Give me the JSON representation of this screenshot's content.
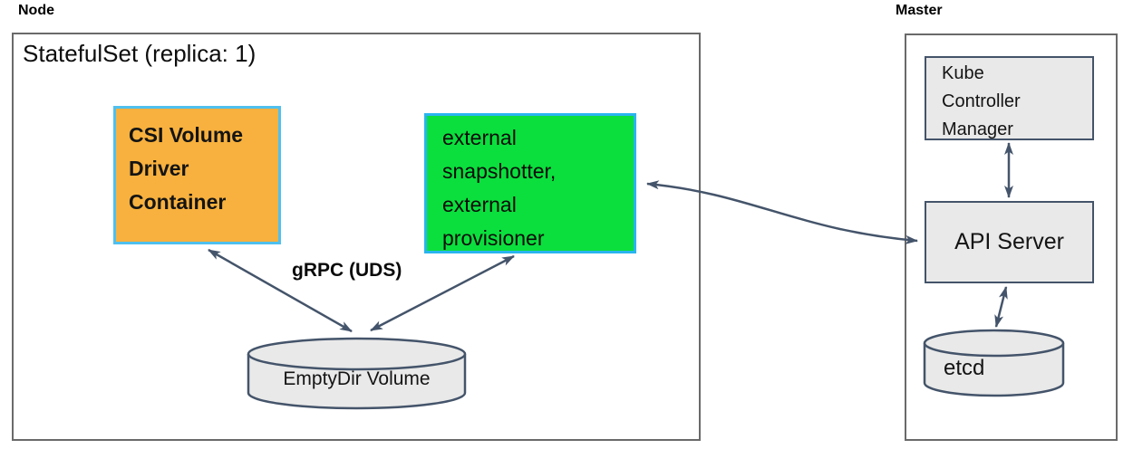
{
  "diagram": {
    "node": {
      "label": "Node",
      "statefulset_title": "StatefulSet (replica: 1)",
      "csi_driver_container": "CSI Volume\nDriver\nContainer",
      "sidecar_containers": "external\nsnapshotter,\nexternal\nprovisioner",
      "grpc_arrow_label": "gRPC (UDS)",
      "emptydir_volume": "EmptyDir Volume"
    },
    "master": {
      "label": "Master",
      "kube_controller_manager": "Kube\nController\nManager",
      "api_server": "API Server",
      "etcd": "etcd"
    },
    "colors": {
      "csi_box_fill": "#f8b13e",
      "sidecar_box_fill": "#0bdf3d",
      "colored_box_border": "#2ab4ef",
      "gray_fill": "#e9e9e9",
      "inner_border": "#44546a",
      "outer_border": "#6a6a6a",
      "arrow": "#44546a"
    }
  }
}
